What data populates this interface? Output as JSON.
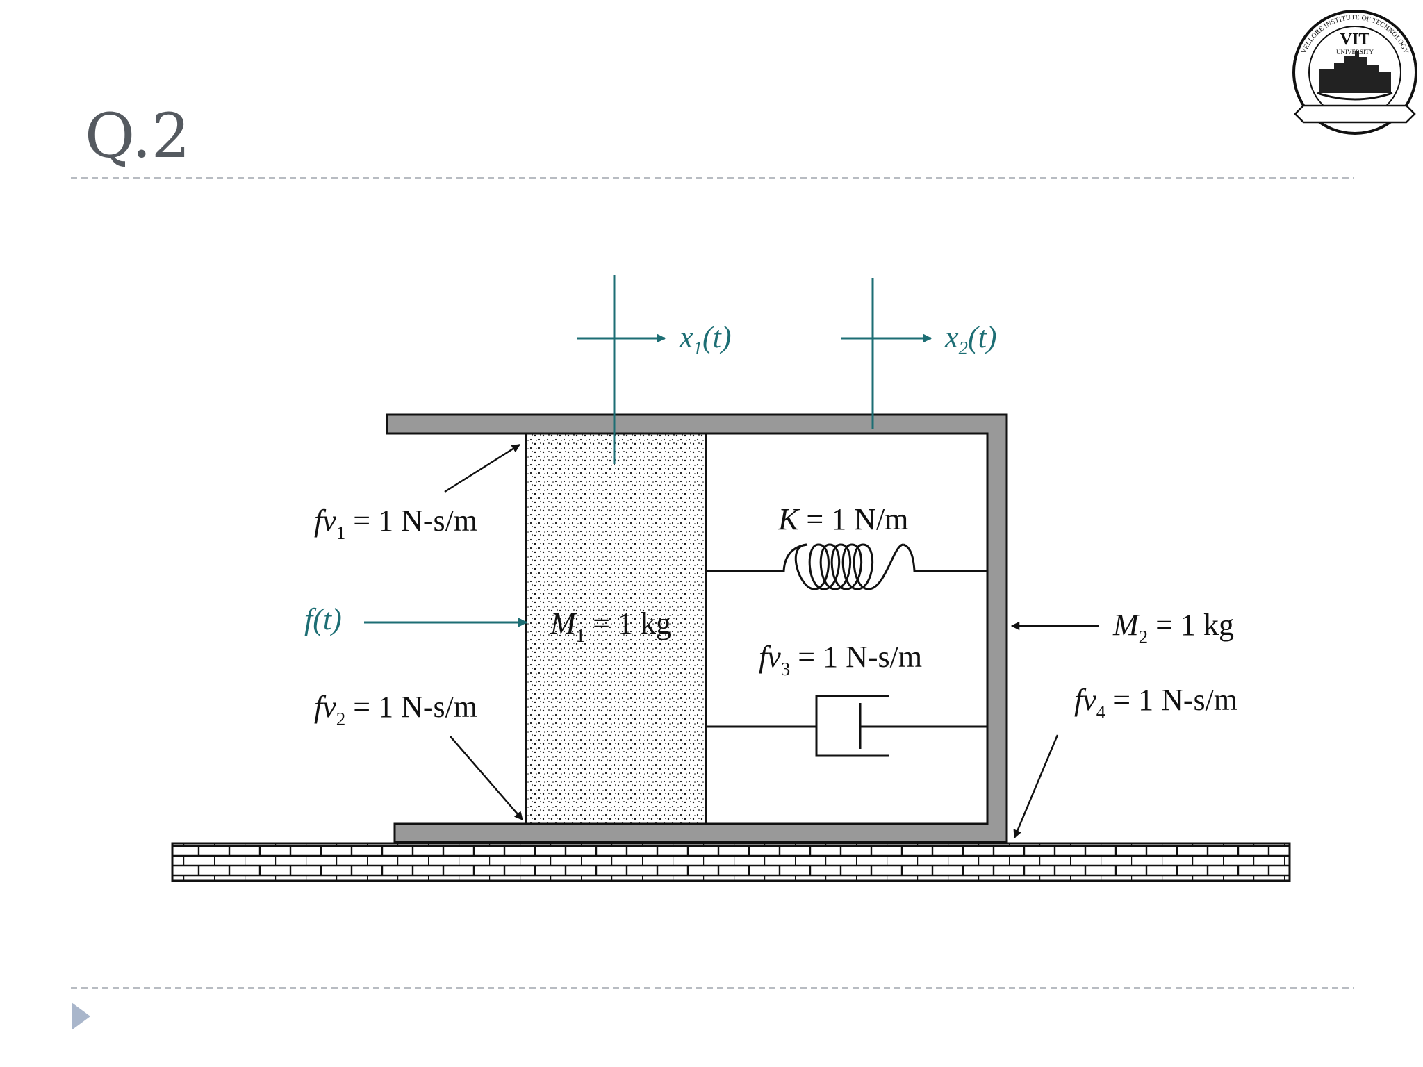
{
  "slide": {
    "title": "Q.2",
    "logo": {
      "text": "VELLORE INSTITUTE OF TECHNOLOGY",
      "abbr": "VIT",
      "subtitle": "UNIVERSITY"
    },
    "nav_icon": "play-triangle-icon"
  },
  "diagram": {
    "x1": {
      "var": "x",
      "sub": "1",
      "arg": "(t)"
    },
    "x2": {
      "var": "x",
      "sub": "2",
      "arg": "(t)"
    },
    "fv1": {
      "var": "fv",
      "sub": "1",
      "rest": " = 1 N-s/m"
    },
    "fv2": {
      "var": "fv",
      "sub": "2",
      "rest": " = 1 N-s/m"
    },
    "fv3": {
      "var": "fv",
      "sub": "3",
      "rest": " = 1 N-s/m"
    },
    "fv4": {
      "var": "fv",
      "sub": "4",
      "rest": " = 1 N-s/m"
    },
    "force": "f(t)",
    "K": {
      "var": "K",
      "rest": " = 1 N/m"
    },
    "M1": {
      "var": "M",
      "sub": "1",
      "rest": " = 1 kg"
    },
    "M2": {
      "var": "M",
      "sub": "2",
      "rest": " = 1 kg"
    },
    "colors": {
      "teal": "#1d6e74",
      "frame_fill": "#999999",
      "title": "#555a60",
      "nav": "#a9b6cb"
    }
  }
}
